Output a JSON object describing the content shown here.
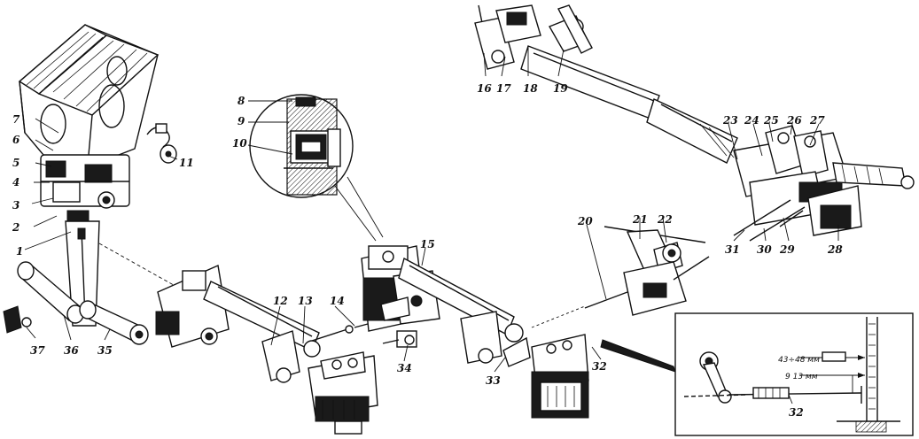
{
  "callouts": {
    "l1": "1",
    "l2": "2",
    "l3": "3",
    "l4": "4",
    "l5": "5",
    "l6": "6",
    "l7": "7",
    "l8": "8",
    "l9": "9",
    "l10": "10",
    "l11": "11",
    "l12": "12",
    "l13": "13",
    "l14": "14",
    "l15": "15",
    "l16": "16",
    "l17": "17",
    "l18": "18",
    "l19": "19",
    "l20": "20",
    "l21": "21",
    "l22": "22",
    "l23": "23",
    "l24": "24",
    "l25": "25",
    "l26": "26",
    "l27": "27",
    "l28": "28",
    "l29": "29",
    "l30": "30",
    "l31": "31",
    "l32a": "32",
    "l32b": "32",
    "l33": "33",
    "l34": "34",
    "l35": "35",
    "l36": "36",
    "l37": "37"
  },
  "inset": {
    "dim_range": "43÷48 мм",
    "dim_gap": "9 13 мм"
  }
}
